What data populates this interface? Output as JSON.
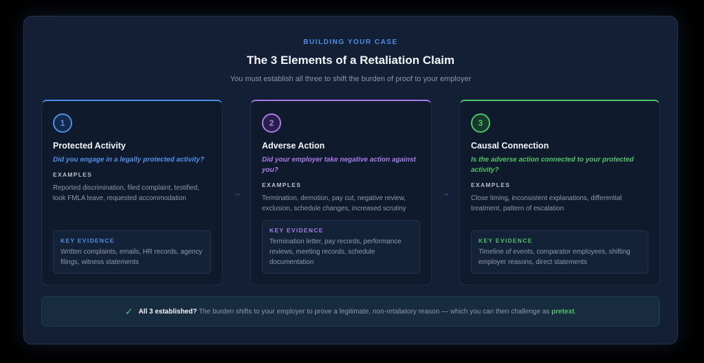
{
  "header": {
    "eyebrow": "BUILDING YOUR CASE",
    "title": "The 3 Elements of a Retaliation Claim",
    "subtitle": "You must establish all three to shift the burden of proof to your employer"
  },
  "cards": [
    {
      "number": "1",
      "title": "Protected Activity",
      "question": "Did you engage in a legally protected activity?",
      "examples_label": "EXAMPLES",
      "examples": "Reported discrimination, filed complaint, testified, took FMLA leave, requested accommodation",
      "evidence_label": "KEY EVIDENCE",
      "evidence": "Written complaints, emails, HR records, agency filings, witness statements",
      "color": "#4f8fe8"
    },
    {
      "number": "2",
      "title": "Adverse Action",
      "question": "Did your employer take negative action against you?",
      "examples_label": "EXAMPLES",
      "examples": "Termination, demotion, pay cut, negative review, exclusion, schedule changes, increased scrutiny",
      "evidence_label": "KEY EVIDENCE",
      "evidence": "Termination letter, pay records, performance reviews, meeting records, schedule documentation",
      "color": "#a77be8"
    },
    {
      "number": "3",
      "title": "Causal Connection",
      "question": "Is the adverse action connected to your protected activity?",
      "examples_label": "EXAMPLES",
      "examples": "Close timing, inconsistent explanations, differential treatment, pattern of escalation",
      "evidence_label": "KEY EVIDENCE",
      "evidence": "Timeline of events, comparator employees, shifting employer reasons, direct statements",
      "color": "#4fc26a"
    }
  ],
  "arrows": [
    "→",
    "→"
  ],
  "footer": {
    "icon": "check-icon",
    "check": "✓",
    "lead": "All 3 established?",
    "text": "The burden shifts to your employer to prove a legitimate, non-retaliatory reason — which you can then challenge as",
    "highlight": "pretext",
    "end": "."
  }
}
